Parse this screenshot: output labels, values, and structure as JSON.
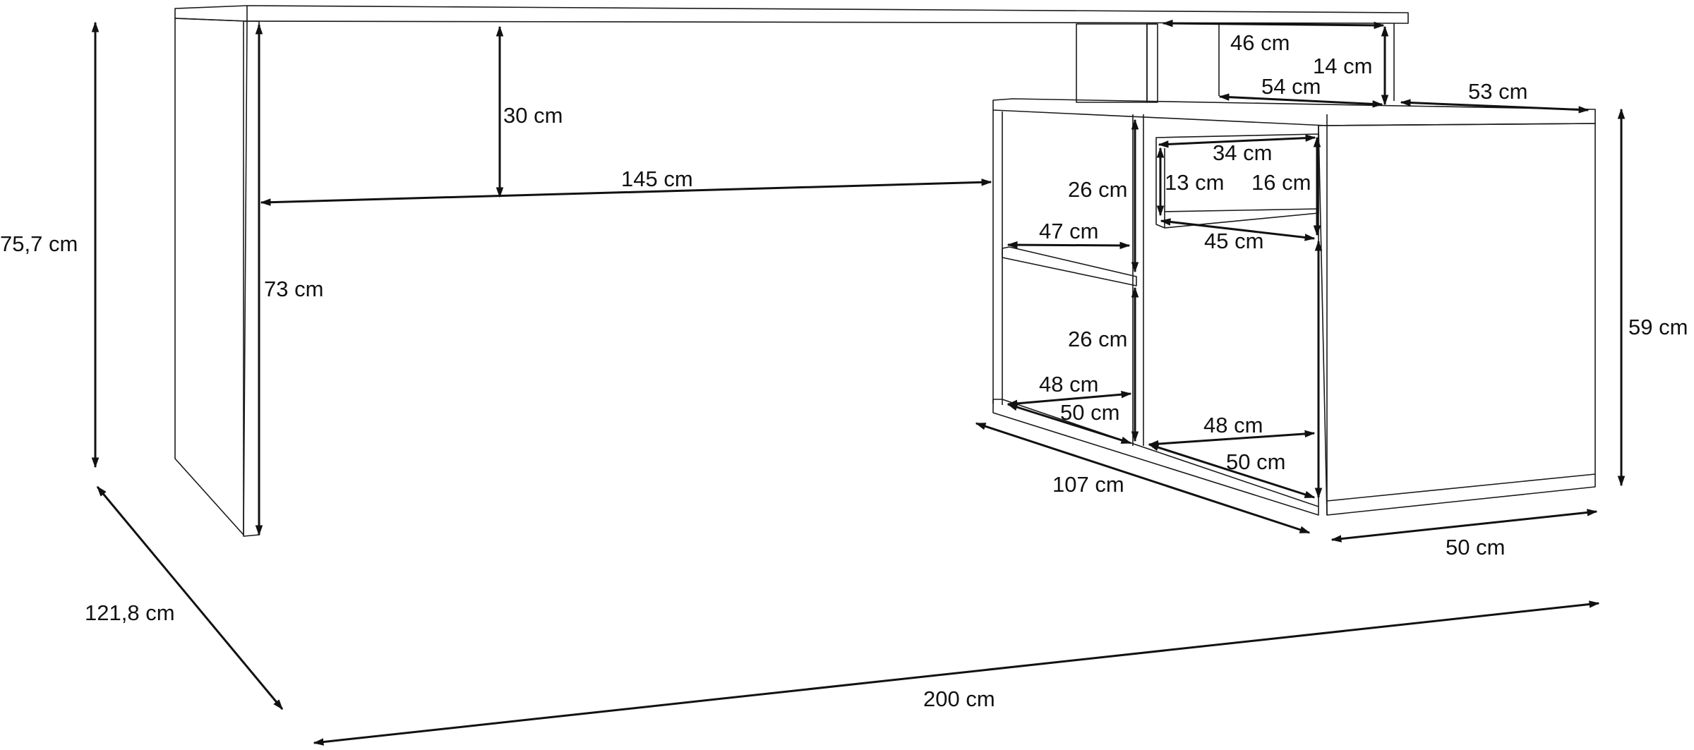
{
  "diagram": {
    "labels": {
      "desk_height": "75,7 cm",
      "desk_depth": "121,8 cm",
      "total_width": "200 cm",
      "leg_height": "73 cm",
      "gap_height": "30 cm",
      "desk_span": "145 cm",
      "top_shelf_width": "46 cm",
      "top_shelf_height": "14 cm",
      "top_shelf_depth": "54 cm",
      "cabinet_depth_top": "53 cm",
      "cabinet_height": "59 cm",
      "small_shelf_width": "34 cm",
      "small_shelf_height": "13 cm",
      "drawer_space_height": "16 cm",
      "compartment_upper_height": "26 cm",
      "compartment_lower_height": "26 cm",
      "shelf_width_47": "47 cm",
      "shelf_width_45": "45 cm",
      "shelf_width_48_left": "48 cm",
      "shelf_depth_50_left": "50 cm",
      "shelf_width_48_right": "48 cm",
      "shelf_depth_50_right": "50 cm",
      "cabinet_length": "107 cm",
      "cabinet_side_depth": "50 cm"
    }
  }
}
